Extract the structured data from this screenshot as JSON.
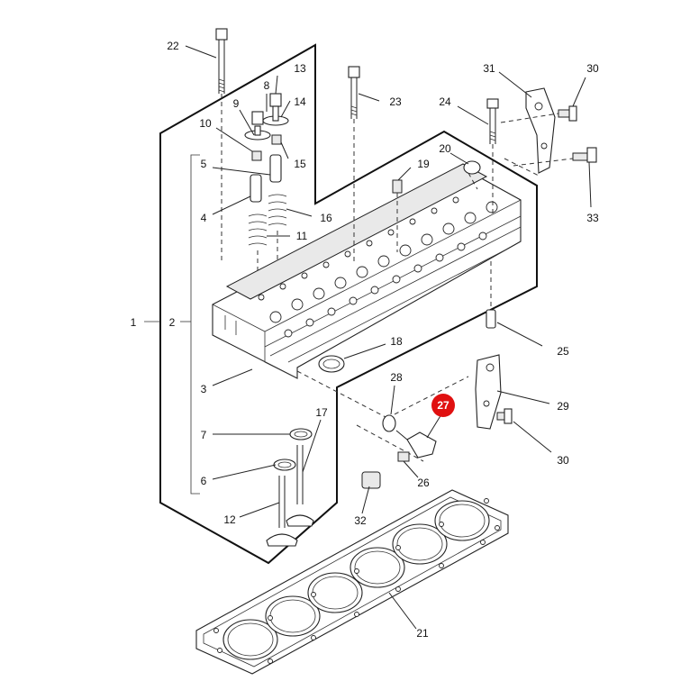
{
  "callouts": [
    {
      "id": "1",
      "label": "1"
    },
    {
      "id": "2",
      "label": "2"
    },
    {
      "id": "3",
      "label": "3"
    },
    {
      "id": "4",
      "label": "4"
    },
    {
      "id": "5",
      "label": "5"
    },
    {
      "id": "6",
      "label": "6"
    },
    {
      "id": "7",
      "label": "7"
    },
    {
      "id": "8",
      "label": "8"
    },
    {
      "id": "9",
      "label": "9"
    },
    {
      "id": "10",
      "label": "10"
    },
    {
      "id": "11",
      "label": "11"
    },
    {
      "id": "12",
      "label": "12"
    },
    {
      "id": "13",
      "label": "13"
    },
    {
      "id": "14",
      "label": "14"
    },
    {
      "id": "15",
      "label": "15"
    },
    {
      "id": "16",
      "label": "16"
    },
    {
      "id": "17",
      "label": "17"
    },
    {
      "id": "18",
      "label": "18"
    },
    {
      "id": "19",
      "label": "19"
    },
    {
      "id": "20",
      "label": "20"
    },
    {
      "id": "21",
      "label": "21"
    },
    {
      "id": "22",
      "label": "22"
    },
    {
      "id": "23",
      "label": "23"
    },
    {
      "id": "24",
      "label": "24"
    },
    {
      "id": "25",
      "label": "25"
    },
    {
      "id": "26",
      "label": "26"
    },
    {
      "id": "27",
      "label": "27"
    },
    {
      "id": "28",
      "label": "28"
    },
    {
      "id": "29",
      "label": "29"
    },
    {
      "id": "30a",
      "label": "30"
    },
    {
      "id": "30b",
      "label": "30"
    },
    {
      "id": "31",
      "label": "31"
    },
    {
      "id": "32",
      "label": "32"
    },
    {
      "id": "33",
      "label": "33"
    }
  ],
  "highlight": {
    "label": "27",
    "color": "#e01010"
  },
  "colors": {
    "line": "#222222",
    "background": "#ffffff"
  }
}
